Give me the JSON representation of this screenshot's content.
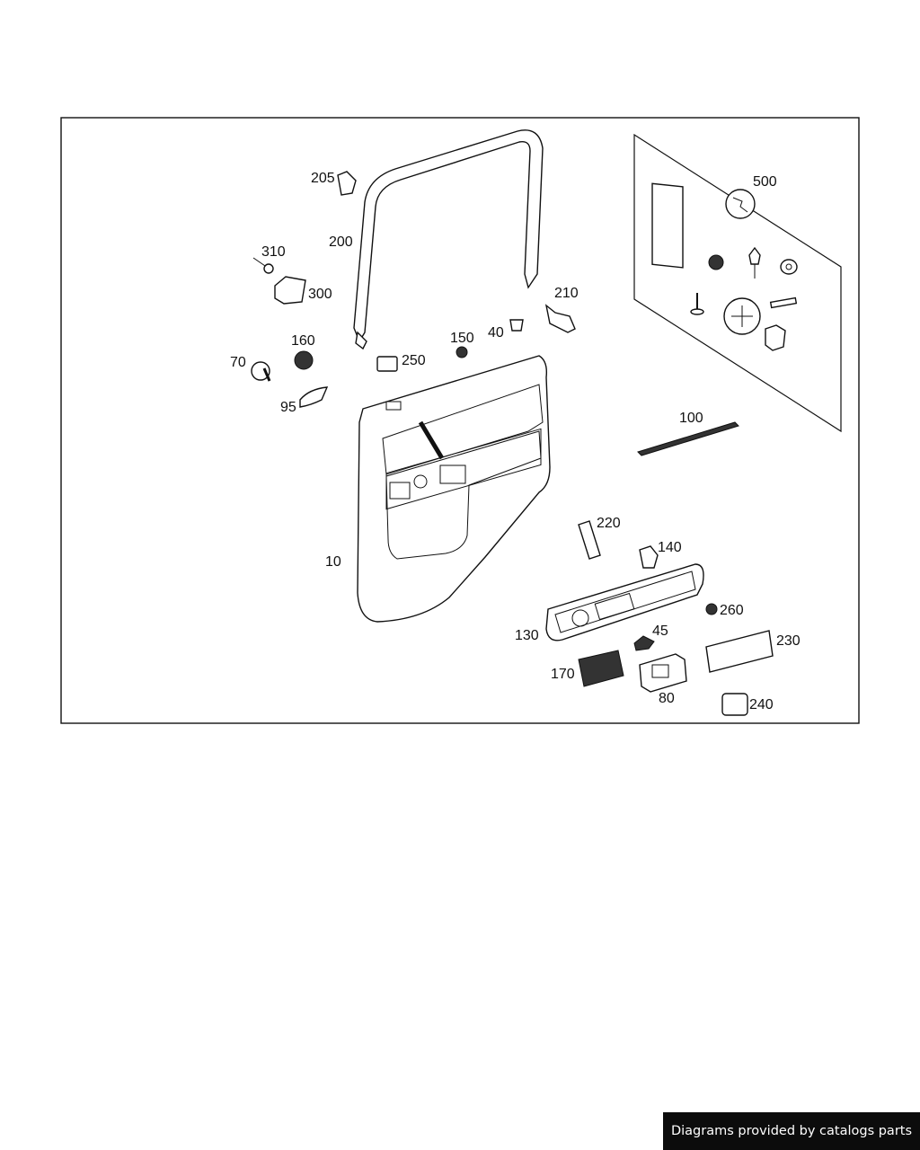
{
  "diagram": {
    "callouts": {
      "p10": "10",
      "p40": "40",
      "p45": "45",
      "p70": "70",
      "p80": "80",
      "p95": "95",
      "p100": "100",
      "p130": "130",
      "p140": "140",
      "p150": "150",
      "p160": "160",
      "p170": "170",
      "p200": "200",
      "p205": "205",
      "p210": "210",
      "p220": "220",
      "p230": "230",
      "p240": "240",
      "p250": "250",
      "p260": "260",
      "p300": "300",
      "p310": "310",
      "p500": "500"
    }
  },
  "footer": {
    "credit": "Diagrams provided by catalogs parts"
  }
}
